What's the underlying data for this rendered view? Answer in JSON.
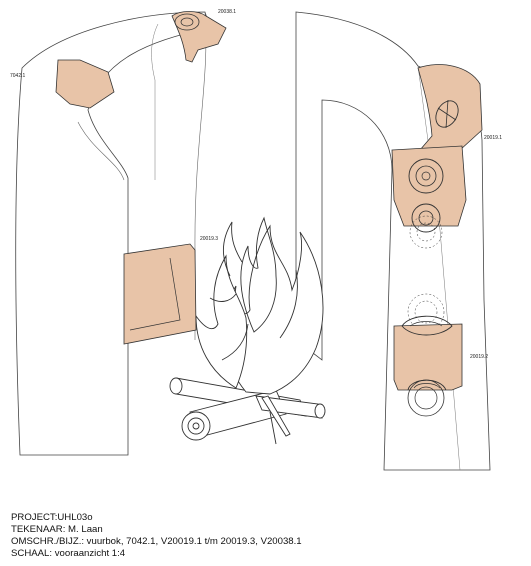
{
  "labels": {
    "top_fragment": "20038.1",
    "left_fragment": "7042.1",
    "right_upper_fragment": "20019.1",
    "middle_fragment": "20019.3",
    "right_lower_fragment": "20019.2"
  },
  "caption": {
    "project": "PROJECT:UHL03o",
    "drawer": "TEKENAAR: M. Laan",
    "description": "OMSCHR./BIJZ.: vuurbok, 7042.1, V20019.1 t/m 20019.3, V20038.1",
    "scale": "SCHAAL: vooraanzicht 1:4"
  },
  "colors": {
    "fragment_fill": "#e8c4a8",
    "outline": "#333333",
    "background": "#ffffff"
  }
}
